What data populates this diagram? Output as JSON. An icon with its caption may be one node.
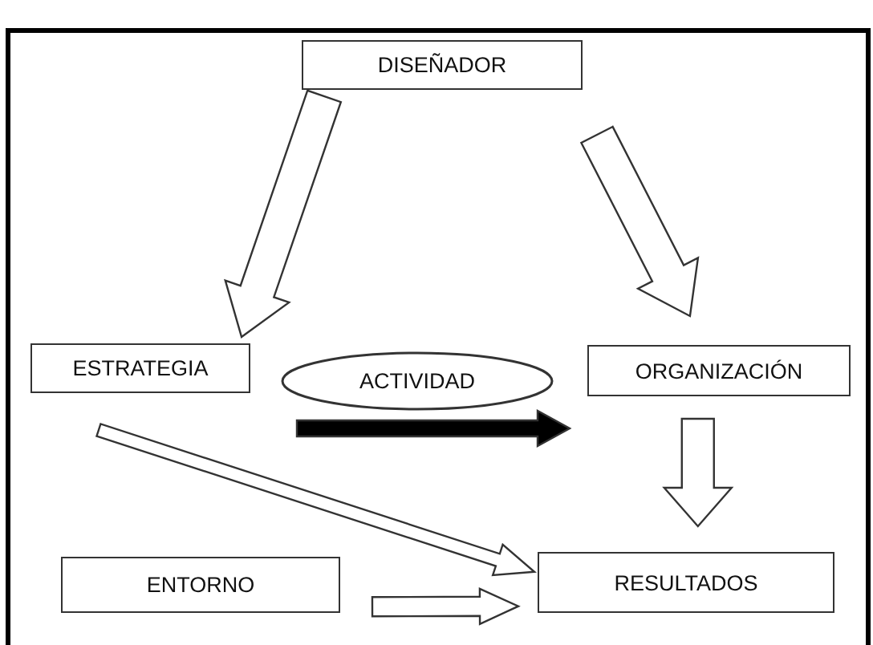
{
  "diagram": {
    "nodes": [
      {
        "text": [
          "DISEÑADOR"
        ]
      },
      {
        "text": [
          "ESTRATEGIA"
        ]
      },
      {
        "text": [
          "ACTIVIDAD"
        ]
      },
      {
        "text": [
          "ORGANIZACIÓN"
        ]
      },
      {
        "text": [
          "ENTORNO"
        ]
      },
      {
        "text": [
          "RESULTADOS"
        ]
      }
    ],
    "edges": [
      {
        "from": 0,
        "to": 1,
        "arrow": "to"
      },
      {
        "from": 0,
        "to": 3,
        "arrow": "to"
      },
      {
        "from": null,
        "to": 3,
        "arrow": "to",
        "style": "thick"
      },
      {
        "from": 1,
        "to": 5,
        "arrow": "to"
      },
      {
        "from": 3,
        "to": 5,
        "arrow": "to"
      },
      {
        "from": 4,
        "to": 5,
        "arrow": "to"
      }
    ]
  }
}
